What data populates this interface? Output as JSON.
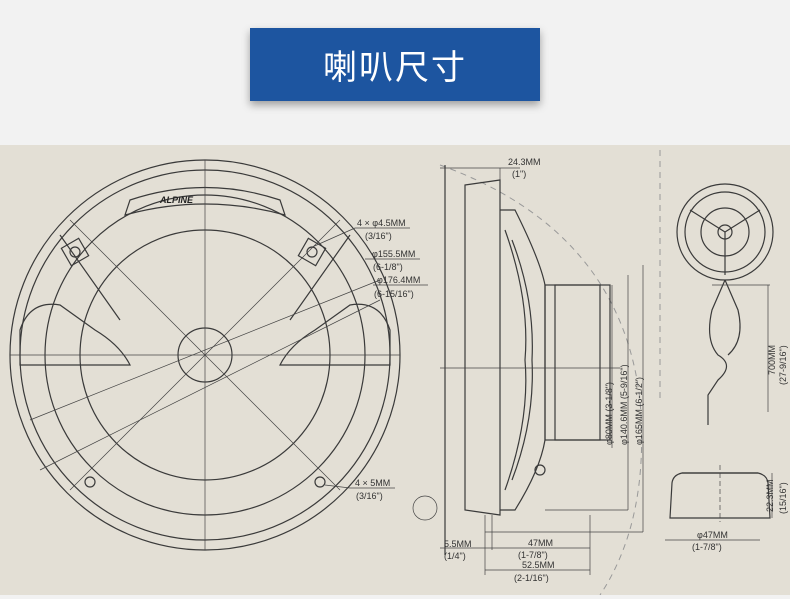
{
  "banner": {
    "title": "喇叭尺寸"
  },
  "front_view": {
    "brand_logo": "ALPINE",
    "labels": {
      "holes": "4 × φ4.5MM",
      "holes_in": "(3/16\")",
      "d155": "φ155.5MM",
      "d155_in": "(6-1/8\")",
      "d176": "φ176.4MM",
      "d176_in": "(6-15/16\")",
      "slot": "4 × 5MM",
      "slot_in": "(3/16\")"
    }
  },
  "side_view": {
    "labels": {
      "depth_top": "24.3MM",
      "depth_top_in": "(1\")",
      "d80": "φ80MM (3-1/8\")",
      "d140": "φ140.6MM (5-9/16\")",
      "d165": "φ165MM (6-1/2\")",
      "w55": "5.5MM",
      "w55_in": "(1/4\")",
      "w47": "47MM",
      "w47_in": "(1-7/8\")",
      "w525": "52.5MM",
      "w525_in": "(2-1/16\")"
    }
  },
  "tweeter": {
    "labels": {
      "cable": "700MM",
      "cable_in": "(27-9/16\")",
      "height": "22.3MM",
      "height_in": "(15/16\")",
      "diam": "φ47MM",
      "diam_in": "(1-7/8\")"
    }
  }
}
